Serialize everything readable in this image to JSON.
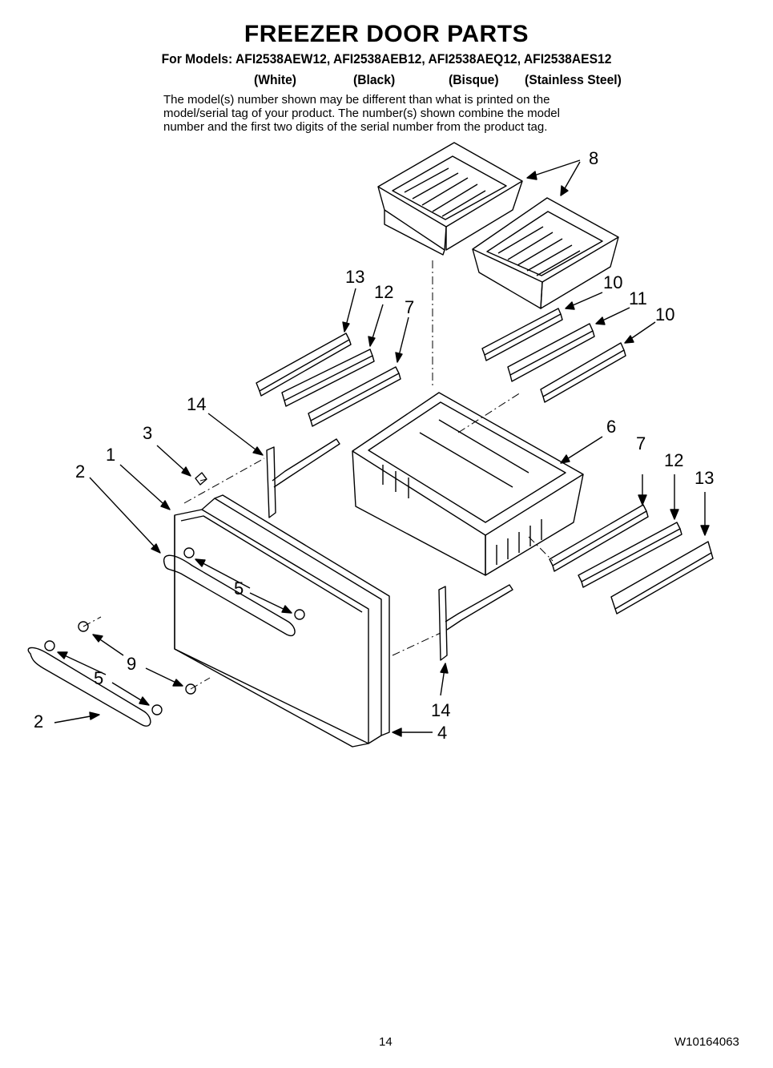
{
  "header": {
    "title": "FREEZER DOOR PARTS",
    "models_line": "For Models: AFI2538AEW12, AFI2538AEB12, AFI2538AEQ12, AFI2538AES12",
    "colors": [
      "(White)",
      "(Black)",
      "(Bisque)",
      "(Stainless Steel)"
    ],
    "note_lines": [
      "The model(s) number shown may be different than what is printed on the",
      "model/serial tag of your product. The number(s) shown combine the model",
      "number and the first two digits of the serial number from the product tag."
    ]
  },
  "callouts": [
    "8",
    "13",
    "12",
    "7",
    "10",
    "11",
    "10",
    "14",
    "3",
    "6",
    "1",
    "2",
    "7",
    "12",
    "13",
    "5",
    "9",
    "5",
    "2",
    "14",
    "4"
  ],
  "footer": {
    "page_number": "14",
    "doc_number": "W10164063"
  }
}
